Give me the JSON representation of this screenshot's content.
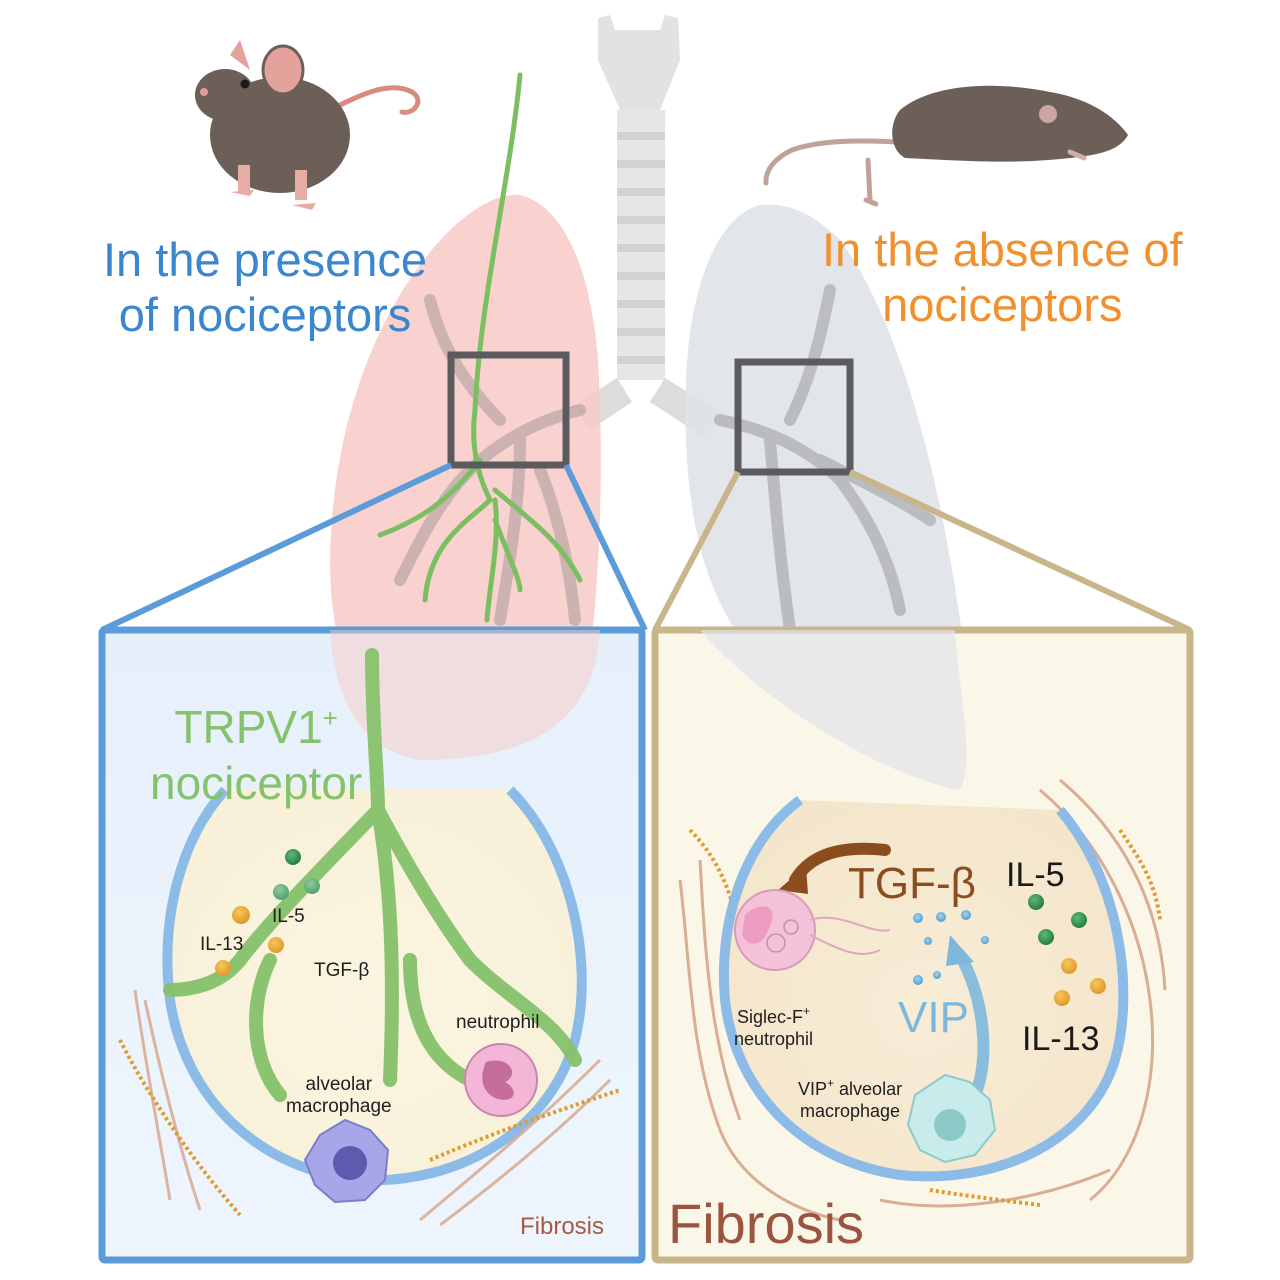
{
  "figure": {
    "title_left": [
      "In the presence",
      "of nociceptors"
    ],
    "title_right": [
      "In the absence of",
      "nociceptors"
    ],
    "colors": {
      "presence_text": "#3a86cf",
      "absence_text": "#f0902e",
      "left_panel_border": "#5b9bd8",
      "left_panel_fill": "#eaf3fc",
      "right_panel_border": "#c9b58a",
      "right_panel_fill": "#fbf7e8",
      "nociceptor_green": "#86c26c",
      "lung_left_fill": "#f8c9c6",
      "lung_right_fill": "#dfe2e8",
      "fibrosis_text": "#9a5440",
      "tgfb_arrow": "#8c4d1e",
      "vip_arrow": "#7db8dc",
      "il5_particle": "#2e8b47",
      "il13_particle": "#e8a530"
    },
    "icons": {
      "mouse_left": "mouse-standing-icon",
      "mouse_right": "mouse-lying-icon",
      "trachea": "trachea-icon",
      "lungs": "lungs-icon"
    }
  },
  "left_panel": {
    "nerve_label_main": "TRPV1",
    "nerve_label_sup": "+",
    "nerve_label_second": "nociceptor",
    "cytokine_il5": "IL-5",
    "cytokine_il13": "IL-13",
    "cytokine_tgfb": "TGF-β",
    "cell_neutrophil": "neutrophil",
    "cell_macrophage": [
      "alveolar",
      "macrophage"
    ],
    "fibrosis": "Fibrosis"
  },
  "right_panel": {
    "tgfb": "TGF-β",
    "vip": "VIP",
    "il5": "IL-5",
    "il13": "IL-13",
    "neutrophil_main": "Siglec-F",
    "neutrophil_sup": "+",
    "neutrophil_second": "neutrophil",
    "macrophage_main": "VIP",
    "macrophage_sup": "+",
    "macrophage_rest": " alveolar",
    "macrophage_second": "macrophage",
    "fibrosis": "Fibrosis"
  }
}
